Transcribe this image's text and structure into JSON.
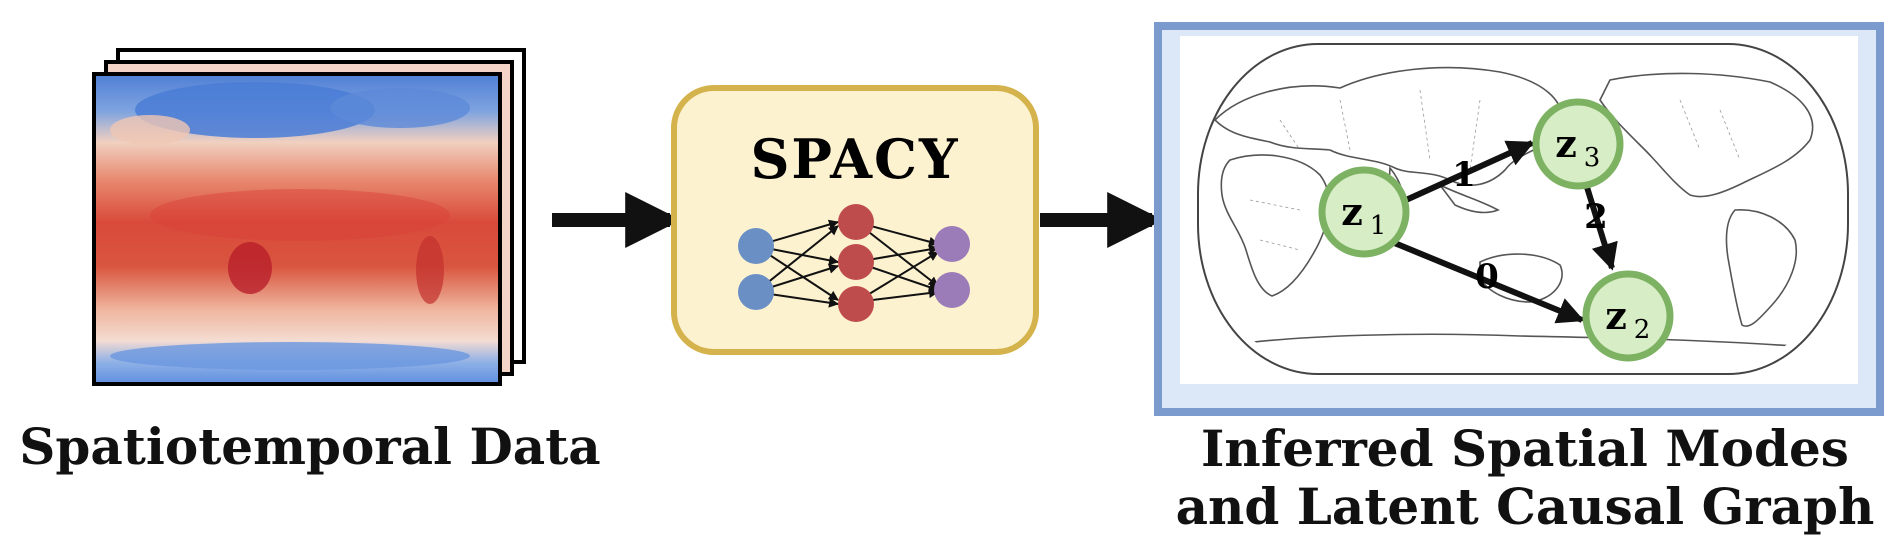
{
  "captions": {
    "left": "Spatiotemporal Data",
    "right_line1": "Inferred Spatial Modes",
    "right_line2": "and Latent Causal Graph"
  },
  "model_box": {
    "title": "SPACY",
    "fill": "#fdf2d0",
    "border": "#d4b24c",
    "nn_layers": [
      2,
      3,
      2
    ],
    "layer_colors": [
      "#6a8fc4",
      "#bf4c4c",
      "#9b7bb8"
    ]
  },
  "heatmap": {
    "stack_depth": 3,
    "colors": {
      "cold": "#5a86d6",
      "mid": "#f2c8b0",
      "warm": "#d94a3a",
      "hot": "#b81f2a"
    }
  },
  "map_panel": {
    "frame_color": "#7b9bcf",
    "inner_color": "#dce8f7",
    "nodes": [
      {
        "id": "z1",
        "label": "z",
        "sub": "1"
      },
      {
        "id": "z3",
        "label": "z",
        "sub": "3"
      },
      {
        "id": "z2",
        "label": "z",
        "sub": "2"
      }
    ],
    "node_fill": "#d7edc5",
    "node_stroke": "#7db262",
    "edges": [
      {
        "from": "z1",
        "to": "z3",
        "lag": "1"
      },
      {
        "from": "z3",
        "to": "z2",
        "lag": "2"
      },
      {
        "from": "z1",
        "to": "z2",
        "lag": "0"
      }
    ]
  }
}
